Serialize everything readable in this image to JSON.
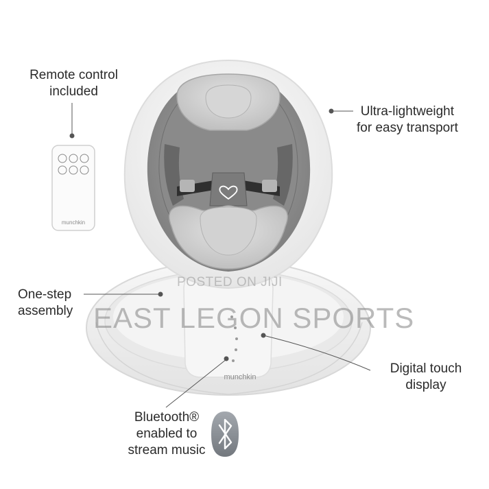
{
  "callouts": {
    "remote": [
      "Remote control",
      "included"
    ],
    "lightweight": [
      "Ultra-lightweight",
      "for easy transport"
    ],
    "assembly": [
      "One-step",
      "assembly"
    ],
    "touch": [
      "Digital touch",
      "display"
    ],
    "bluetooth": [
      "Bluetooth®",
      "enabled to",
      "stream music"
    ]
  },
  "brand": {
    "remote_logo": "munchkin",
    "base_logo": "munchkin"
  },
  "watermark": {
    "posted": "POSTED ON JIJI",
    "store": "EAST LEGON SPORTS"
  },
  "icons": {
    "bluetooth": "bluetooth-icon",
    "heart_logo": "heart-icon"
  },
  "colors": {
    "text": "#2a2a2a",
    "shell": "#f3f3f3",
    "cushion": "#8f8f8f",
    "cushion_light": "#cfcfcf",
    "bluetooth": "#8a8f96"
  }
}
